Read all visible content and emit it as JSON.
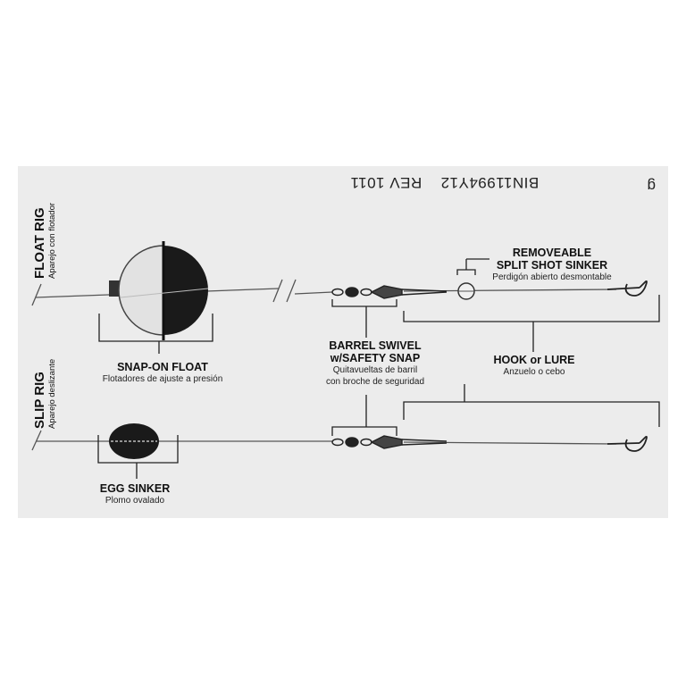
{
  "code": {
    "number": "BIN11994Y12",
    "rev": "REV 1011",
    "mark": "g"
  },
  "float_rig": {
    "title": "FLOAT RIG",
    "subtitle": "Aparejo con flotador"
  },
  "slip_rig": {
    "title": "SLIP RIG",
    "subtitle": "Aparejo deslizante"
  },
  "labels": {
    "split_shot": {
      "line1": "REMOVEABLE",
      "line2": "SPLIT SHOT SINKER",
      "sub": "Perdigón abierto desmontable"
    },
    "snap_float": {
      "title": "SNAP-ON FLOAT",
      "sub": "Flotadores de ajuste a presión"
    },
    "swivel": {
      "line1": "BARREL SWIVEL",
      "line2": "w/SAFETY SNAP",
      "sub1": "Quitavueltas de barril",
      "sub2": "con broche de seguridad"
    },
    "hook": {
      "title": "HOOK or LURE",
      "sub": "Anzuelo o cebo"
    },
    "egg_sinker": {
      "title": "EGG SINKER",
      "sub": "Plomo ovalado"
    }
  },
  "colors": {
    "card": "#ececec",
    "ink": "#111111",
    "line": "#555555"
  }
}
